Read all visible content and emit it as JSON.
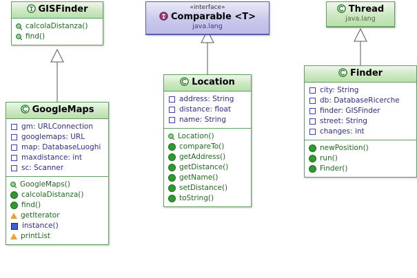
{
  "diagram": {
    "title": "UML class diagram",
    "colors": {
      "class_border": "#5e9e5e",
      "class_header_top": "#eef7ea",
      "class_header_bottom": "#b9dfab",
      "interface_border": "#5a5ab0",
      "interface_header_bottom": "#bcbce8",
      "field_color": "#2b2b8f",
      "method_color": "#1d6b1d",
      "package_text": "#4a6b3a"
    },
    "classes": [
      {
        "id": "gisfinder",
        "name": "GISFinder",
        "stereotype": "",
        "package": "",
        "icon": "interface-green-icon",
        "fields": [],
        "methods": [
          {
            "label": "calcolaDistanza()",
            "marker": "key-green-icon"
          },
          {
            "label": "find()",
            "marker": "key-green-icon"
          }
        ]
      },
      {
        "id": "comparable",
        "name": "Comparable <T>",
        "stereotype": "«interface»",
        "package": "java.lang",
        "icon": "interface-purple-icon",
        "fields": [],
        "methods": []
      },
      {
        "id": "thread",
        "name": "Thread",
        "stereotype": "",
        "package": "java.lang",
        "icon": "class-green-icon",
        "fields": [],
        "methods": []
      },
      {
        "id": "googlemaps",
        "name": "GoogleMaps",
        "stereotype": "",
        "package": "",
        "icon": "class-green-icon",
        "fields": [
          {
            "label": "gm: URLConnection",
            "marker": "private-field-icon"
          },
          {
            "label": "googlemaps: URL",
            "marker": "private-field-icon"
          },
          {
            "label": "map: DatabaseLuoghi",
            "marker": "private-field-icon"
          },
          {
            "label": "maxdistance: int",
            "marker": "private-field-icon"
          },
          {
            "label": "sc: Scanner",
            "marker": "private-field-icon"
          }
        ],
        "methods": [
          {
            "label": "GoogleMaps()",
            "marker": "key-green-icon"
          },
          {
            "label": "calcolaDistanza()",
            "marker": "public-method-icon"
          },
          {
            "label": "find()",
            "marker": "public-method-icon"
          },
          {
            "label": "getIterator",
            "marker": "warning-triangle-icon"
          },
          {
            "label": "instance()",
            "marker": "package-field-icon"
          },
          {
            "label": "printList",
            "marker": "warning-triangle-icon"
          }
        ]
      },
      {
        "id": "location",
        "name": "Location",
        "stereotype": "",
        "package": "",
        "icon": "class-green-icon",
        "fields": [
          {
            "label": "address: String",
            "marker": "private-field-icon"
          },
          {
            "label": "distance: float",
            "marker": "private-field-icon"
          },
          {
            "label": "name: String",
            "marker": "private-field-icon"
          }
        ],
        "methods": [
          {
            "label": "Location()",
            "marker": "key-green-icon"
          },
          {
            "label": "compareTo()",
            "marker": "public-method-icon"
          },
          {
            "label": "getAddress()",
            "marker": "public-method-icon"
          },
          {
            "label": "getDistance()",
            "marker": "public-method-icon"
          },
          {
            "label": "getName()",
            "marker": "public-method-icon"
          },
          {
            "label": "setDistance()",
            "marker": "public-method-icon"
          },
          {
            "label": "toString()",
            "marker": "public-method-icon"
          }
        ]
      },
      {
        "id": "finder",
        "name": "Finder",
        "stereotype": "",
        "package": "",
        "icon": "class-green-icon",
        "fields": [
          {
            "label": "city: String",
            "marker": "private-field-icon"
          },
          {
            "label": "db: DatabaseRicerche",
            "marker": "private-field-icon"
          },
          {
            "label": "finder: GISFinder",
            "marker": "private-field-icon"
          },
          {
            "label": "street: String",
            "marker": "private-field-icon"
          },
          {
            "label": "changes: int",
            "marker": "private-field-icon"
          }
        ],
        "methods": [
          {
            "label": "newPosition()",
            "marker": "public-method-icon"
          },
          {
            "label": "run()",
            "marker": "public-method-icon"
          },
          {
            "label": "Finder()",
            "marker": "public-method-icon"
          }
        ]
      }
    ],
    "relations": [
      {
        "from": "googlemaps",
        "to": "gisfinder",
        "type": "realization-hollow-triangle"
      },
      {
        "from": "location",
        "to": "comparable",
        "type": "realization-hollow-triangle"
      },
      {
        "from": "finder",
        "to": "thread",
        "type": "generalization-hollow-triangle"
      }
    ]
  }
}
